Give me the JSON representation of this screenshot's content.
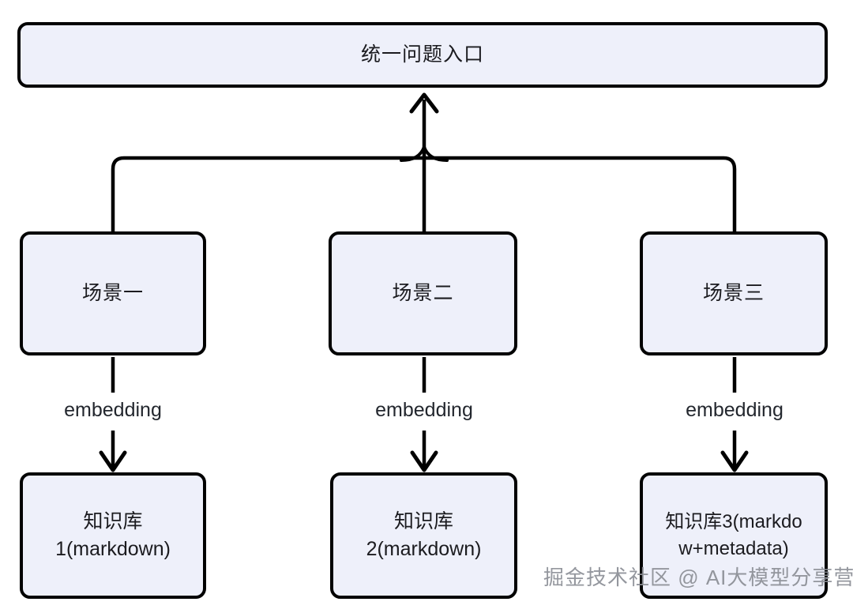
{
  "diagram": {
    "title_node": {
      "id": "entry",
      "label": "统一问题入口"
    },
    "scenes": [
      {
        "id": "scene-1",
        "label": "场景一"
      },
      {
        "id": "scene-2",
        "label": "场景二"
      },
      {
        "id": "scene-3",
        "label": "场景三"
      }
    ],
    "edge_labels": [
      {
        "id": "embedding-1",
        "label": "embedding"
      },
      {
        "id": "embedding-2",
        "label": "embedding"
      },
      {
        "id": "embedding-3",
        "label": "embedding"
      }
    ],
    "knowledge_bases": [
      {
        "id": "kb-1",
        "label": "知识库\n1(markdown)"
      },
      {
        "id": "kb-2",
        "label": "知识库\n2(markdown)"
      },
      {
        "id": "kb-3",
        "label": "知识库3(markdo\nw+metadata)"
      }
    ],
    "colors": {
      "node_fill": "#eef0fa",
      "node_border": "#000000",
      "text": "#1b1b1f",
      "edge_stroke": "#000000",
      "watermark": "#8c8f96",
      "background": "#ffffff"
    },
    "connectors": {
      "entry_arrow": "arrow-up-to-entry",
      "fan_out": "tree-bus-to-three-scenes",
      "scene_to_kb": "arrow-down-with-label"
    }
  },
  "watermark": {
    "text": "掘金技术社区 @ AI大模型分享营"
  }
}
